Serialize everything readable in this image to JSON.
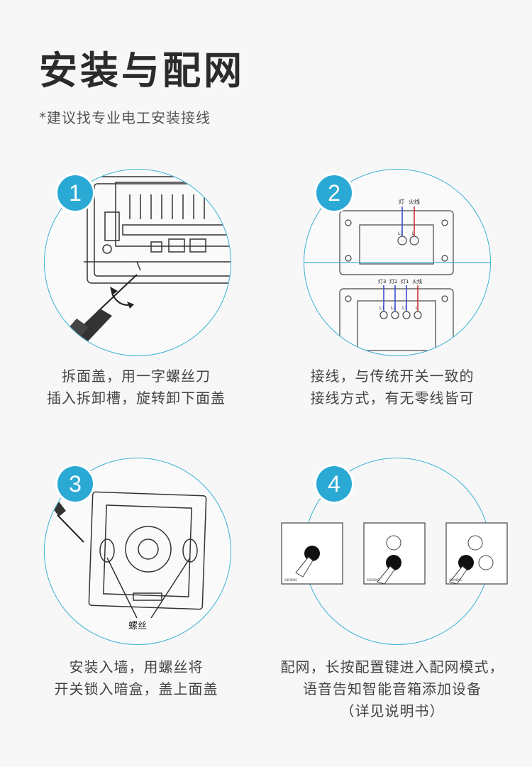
{
  "header": {
    "title": "安装与配网",
    "subtitle": "*建议找专业电工安装接线"
  },
  "steps": [
    {
      "number": "1",
      "line1": "拆面盖，用一字螺丝刀",
      "line2": "插入拆卸槽，旋转卸下面盖",
      "line3": ""
    },
    {
      "number": "2",
      "line1": "接线，与传统开关一致的",
      "line2": "接线方式，有无零线皆可",
      "line3": ""
    },
    {
      "number": "3",
      "line1": "安装入墙，用螺丝将",
      "line2": "开关锁入暗盒，盖上面盖",
      "line3": ""
    },
    {
      "number": "4",
      "line1": "配网，长按配置键进入配网模式，",
      "line2": "语音告知智能音箱添加设备",
      "line3": "（详见说明书）"
    }
  ],
  "diagram2": {
    "top_labels": [
      "灯",
      "火线"
    ],
    "top_terminals": [
      "L1",
      "L"
    ],
    "bottom_labels": [
      "灯3",
      "灯2",
      "灯1",
      "火线"
    ],
    "bottom_terminals": [
      "L1",
      "L2",
      "L3",
      "L"
    ]
  },
  "diagram3": {
    "screw_label": "螺丝"
  },
  "diagram4": {
    "brand": "SIEMENS"
  },
  "colors": {
    "accent": "#2aa9d5",
    "wire_blue": "#3a4fd0",
    "wire_red": "#d03030"
  }
}
